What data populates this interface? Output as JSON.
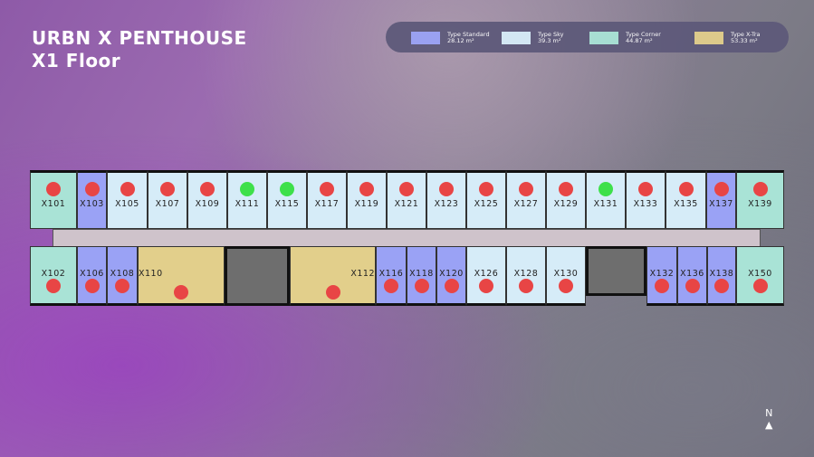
{
  "header": {
    "project": "URBN X PENTHOUSE",
    "floor": "X1 Floor"
  },
  "legend": [
    {
      "type": "Type Standard",
      "area": "28.12 m²",
      "color": "#9aa2f5"
    },
    {
      "type": "Type Sky",
      "area": "39.3 m²",
      "color": "#d6ecf8"
    },
    {
      "type": "Type Corner",
      "area": "44.87 m²",
      "color": "#a9e3d6"
    },
    {
      "type": "Type X-Tra",
      "area": "53.33 m²",
      "color": "#e2cf8b"
    }
  ],
  "status_colors": {
    "sold": "#e84545",
    "available": "#3ee04a"
  },
  "units": [
    {
      "label": "X101",
      "type": 2,
      "status": "sold"
    },
    {
      "label": "X103",
      "type": 0,
      "status": "sold"
    },
    {
      "label": "X105",
      "type": 1,
      "status": "sold"
    },
    {
      "label": "X107",
      "type": 1,
      "status": "sold"
    },
    {
      "label": "X109",
      "type": 1,
      "status": "sold"
    },
    {
      "label": "X111",
      "type": 1,
      "status": "available"
    },
    {
      "label": "X115",
      "type": 1,
      "status": "available"
    },
    {
      "label": "X117",
      "type": 1,
      "status": "sold"
    },
    {
      "label": "X119",
      "type": 1,
      "status": "sold"
    },
    {
      "label": "X121",
      "type": 1,
      "status": "sold"
    },
    {
      "label": "X123",
      "type": 1,
      "status": "sold"
    },
    {
      "label": "X125",
      "type": 1,
      "status": "sold"
    },
    {
      "label": "X127",
      "type": 1,
      "status": "sold"
    },
    {
      "label": "X129",
      "type": 1,
      "status": "sold"
    },
    {
      "label": "X131",
      "type": 1,
      "status": "available"
    },
    {
      "label": "X133",
      "type": 1,
      "status": "sold"
    },
    {
      "label": "X135",
      "type": 1,
      "status": "sold"
    },
    {
      "label": "X137",
      "type": 0,
      "status": "sold"
    },
    {
      "label": "X139",
      "type": 2,
      "status": "sold"
    },
    {
      "label": "X102",
      "type": 2,
      "status": "sold"
    },
    {
      "label": "X106",
      "type": 0,
      "status": "sold"
    },
    {
      "label": "X108",
      "type": 0,
      "status": "sold"
    },
    {
      "label": "X110",
      "type": 3,
      "status": "sold"
    },
    {
      "label": "X112",
      "type": 3,
      "status": "sold"
    },
    {
      "label": "X116",
      "type": 0,
      "status": "sold"
    },
    {
      "label": "X118",
      "type": 0,
      "status": "sold"
    },
    {
      "label": "X120",
      "type": 0,
      "status": "sold"
    },
    {
      "label": "X126",
      "type": 1,
      "status": "sold"
    },
    {
      "label": "X128",
      "type": 1,
      "status": "sold"
    },
    {
      "label": "X130",
      "type": 1,
      "status": "sold"
    },
    {
      "label": "X132",
      "type": 0,
      "status": "sold"
    },
    {
      "label": "X136",
      "type": 0,
      "status": "sold"
    },
    {
      "label": "X138",
      "type": 0,
      "status": "sold"
    },
    {
      "label": "X150",
      "type": 2,
      "status": "sold"
    }
  ],
  "compass": "N"
}
